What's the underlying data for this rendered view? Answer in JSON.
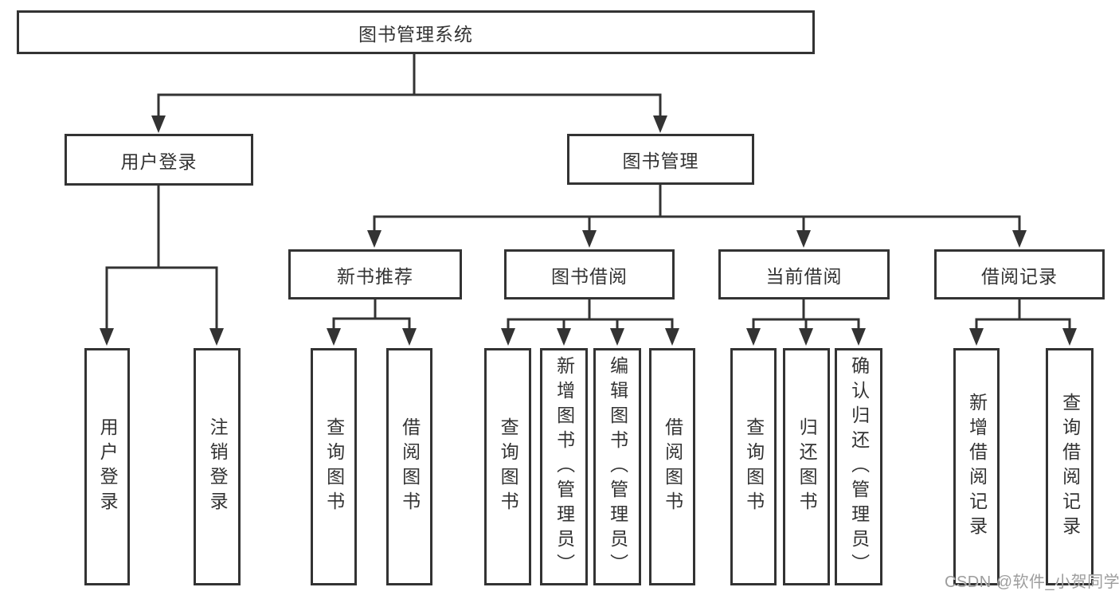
{
  "diagram": {
    "type": "tree",
    "root": {
      "label": "图书管理系统"
    },
    "branches": [
      {
        "label": "用户登录",
        "leaves": [
          "用户登录",
          "注销登录"
        ]
      },
      {
        "label": "图书管理",
        "groups": [
          {
            "label": "新书推荐",
            "leaves": [
              "查询图书",
              "借阅图书"
            ]
          },
          {
            "label": "图书借阅",
            "leaves": [
              "查询图书",
              "新增图书（管理员）",
              "编辑图书（管理员）",
              "借阅图书"
            ]
          },
          {
            "label": "当前借阅",
            "leaves": [
              "查询图书",
              "归还图书",
              "确认归还（管理员）"
            ]
          },
          {
            "label": "借阅记录",
            "leaves": [
              "新增借阅记录",
              "查询借阅记录"
            ]
          }
        ]
      }
    ],
    "line_color": "#333333",
    "box_background": "#ffffff"
  },
  "watermark": {
    "text": "CSDN @软件_小贺同学",
    "color": "#9d9d9d"
  }
}
